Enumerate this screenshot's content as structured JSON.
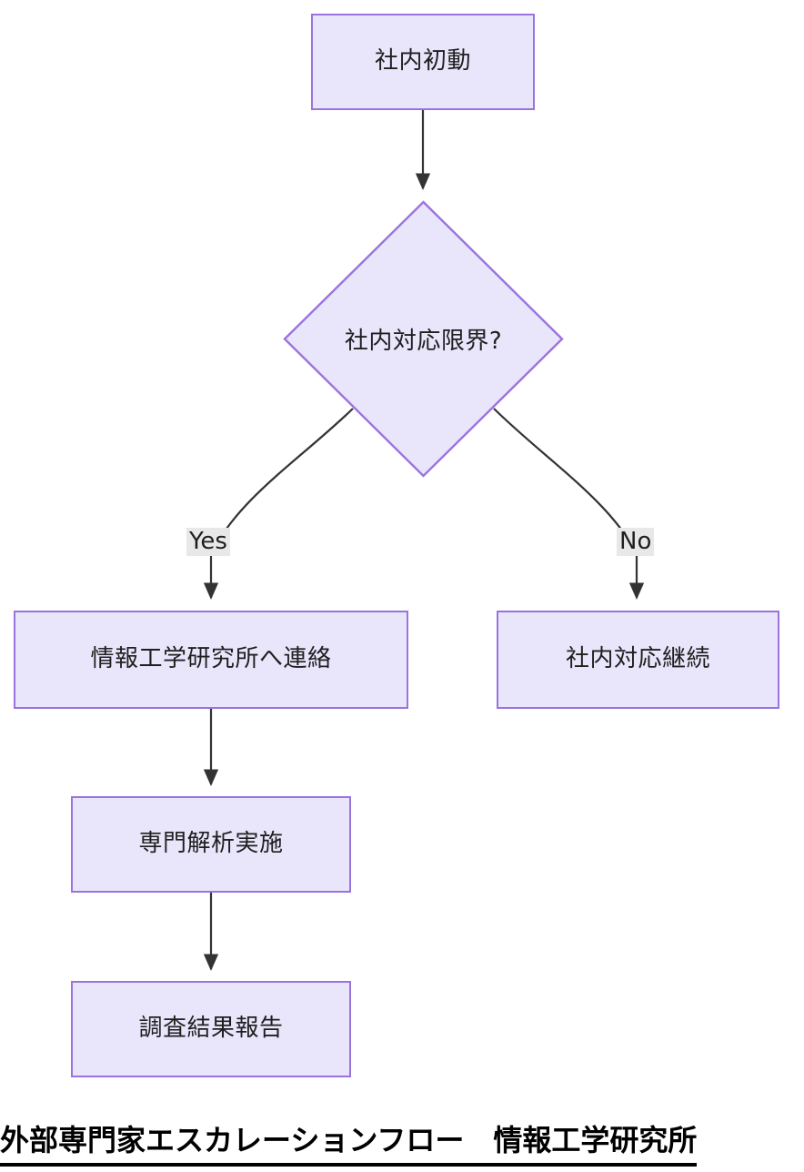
{
  "diagram": {
    "type": "flowchart",
    "direction": "top-down",
    "theme": {
      "node_fill": "#e9e5fb",
      "node_border": "#9a73de",
      "edge_color": "#333333",
      "edge_label_bg": "#e8e8e8",
      "text_color": "#1f1f1f",
      "caption_color": "#000000",
      "background": "#ffffff"
    },
    "nodes": [
      {
        "id": "start",
        "shape": "rect",
        "label": "社内初動"
      },
      {
        "id": "decision",
        "shape": "diamond",
        "label": "社内対応限界?"
      },
      {
        "id": "contact",
        "shape": "rect",
        "label": "情報工学研究所へ連絡"
      },
      {
        "id": "continue",
        "shape": "rect",
        "label": "社内対応継続"
      },
      {
        "id": "analysis",
        "shape": "rect",
        "label": "専門解析実施"
      },
      {
        "id": "report",
        "shape": "rect",
        "label": "調査結果報告"
      }
    ],
    "edges": [
      {
        "from": "start",
        "to": "decision",
        "label": ""
      },
      {
        "from": "decision",
        "to": "contact",
        "label": "Yes"
      },
      {
        "from": "decision",
        "to": "continue",
        "label": "No"
      },
      {
        "from": "contact",
        "to": "analysis",
        "label": ""
      },
      {
        "from": "analysis",
        "to": "report",
        "label": ""
      }
    ],
    "edge_labels": {
      "yes": "Yes",
      "no": "No"
    },
    "caption": "外部専門家エスカレーションフロー　情報工学研究所"
  }
}
